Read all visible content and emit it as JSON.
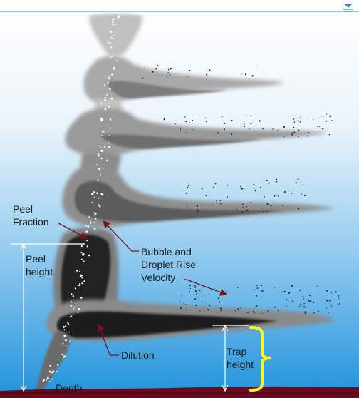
{
  "labels": {
    "peel_fraction": [
      "Peel",
      "Fraction"
    ],
    "peel_height": [
      "Peel",
      "height"
    ],
    "bubble_velocity": [
      "Bubble and",
      "Droplet Rise",
      "Velocity"
    ],
    "dilution": "Dilution",
    "trap_height": [
      "Trap",
      "height"
    ],
    "depth": "Depth"
  },
  "colors": {
    "water_top": "#ffffff",
    "water_bottom": "#1f93db",
    "surface_line": "#6fb4d8",
    "seabed": "#6b0a1c",
    "arrow": "#7a1020",
    "bracket": "#ffff00",
    "plume_dark": "#1c1c1c",
    "plume_mid": "#7f7f7f",
    "plume_light": "#c8c8c8"
  },
  "icons": {
    "surface_marker": "water-surface-icon"
  }
}
